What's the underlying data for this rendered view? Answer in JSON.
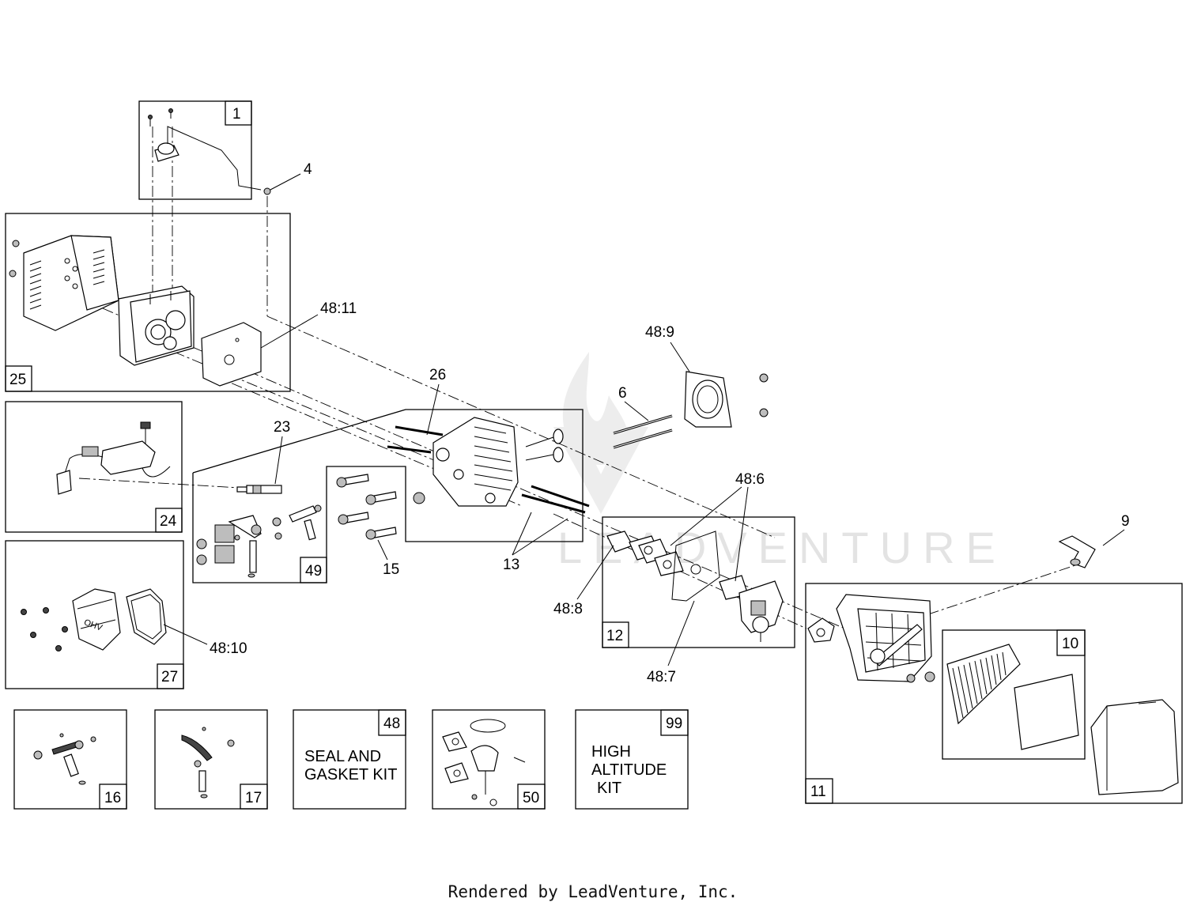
{
  "callouts": {
    "c1": "1",
    "c4": "4",
    "c25": "25",
    "c48_11": "48:11",
    "c48_9": "48:9",
    "c26": "26",
    "c6": "6",
    "c24": "24",
    "c23": "23",
    "c48_6": "48:6",
    "c9": "9",
    "c49": "49",
    "c15": "15",
    "c13": "13",
    "c48_8": "48:8",
    "c12": "12",
    "c48_7": "48:7",
    "c10": "10",
    "c27": "27",
    "c48_10": "48:10",
    "c11": "11",
    "c16": "16",
    "c17": "17",
    "c48": "48",
    "c50": "50",
    "c99": "99"
  },
  "kits": {
    "seal_line1": "SEAL AND",
    "seal_line2": "GASKET KIT",
    "alt_line1": "HIGH",
    "alt_line2": "ALTITUDE",
    "alt_line3": "KIT"
  },
  "watermark": "LEADVENTURE",
  "footer": "Rendered by LeadVenture, Inc.",
  "icons": [
    "screw-icon",
    "spark-plug-icon",
    "valve-icon",
    "gasket-icon",
    "carburetor-icon",
    "air-filter-icon",
    "muffler-icon"
  ]
}
